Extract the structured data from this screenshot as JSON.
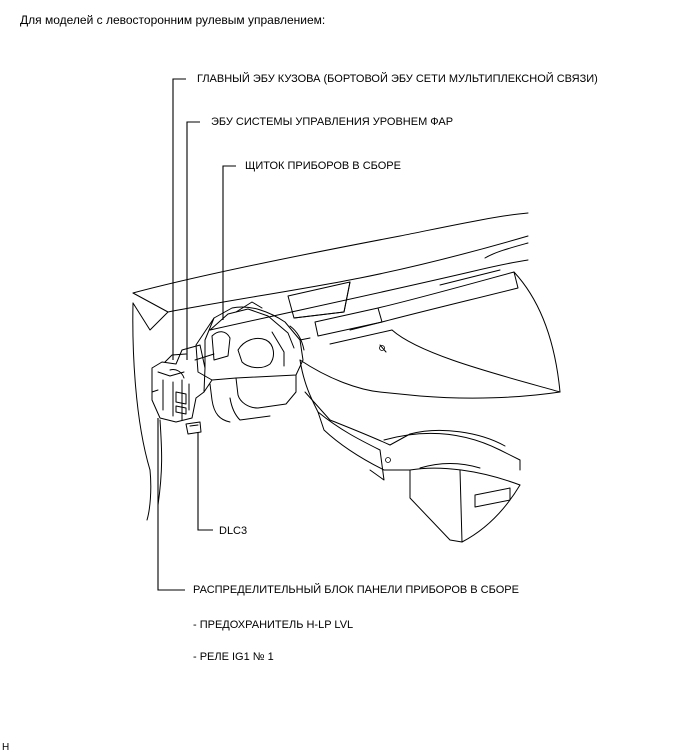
{
  "heading": "Для моделей с левосторонним рулевым управлением:",
  "labels": {
    "main_body_ecu": "ГЛАВНЫЙ ЭБУ КУЗОВА (БОРТОВОЙ ЭБУ СЕТИ МУЛЬТИПЛЕКСНОЙ СВЯЗИ)",
    "headlight_leveling_ecu": "ЭБУ СИСТЕМЫ УПРАВЛЕНИЯ УРОВНЕМ ФАР",
    "combination_meter": "ЩИТОК ПРИБОРОВ В СБОРЕ",
    "dlc3": "DLC3",
    "junction_block": "РАСПРЕДЕЛИТЕЛЬНЫЙ БЛОК ПАНЕЛИ ПРИБОРОВ В СБОРЕ",
    "fuse": "- ПРЕДОХРАНИТЕЛЬ H-LP LVL",
    "relay": "- РЕЛЕ IG1 № 1"
  },
  "corner_mark": "H"
}
